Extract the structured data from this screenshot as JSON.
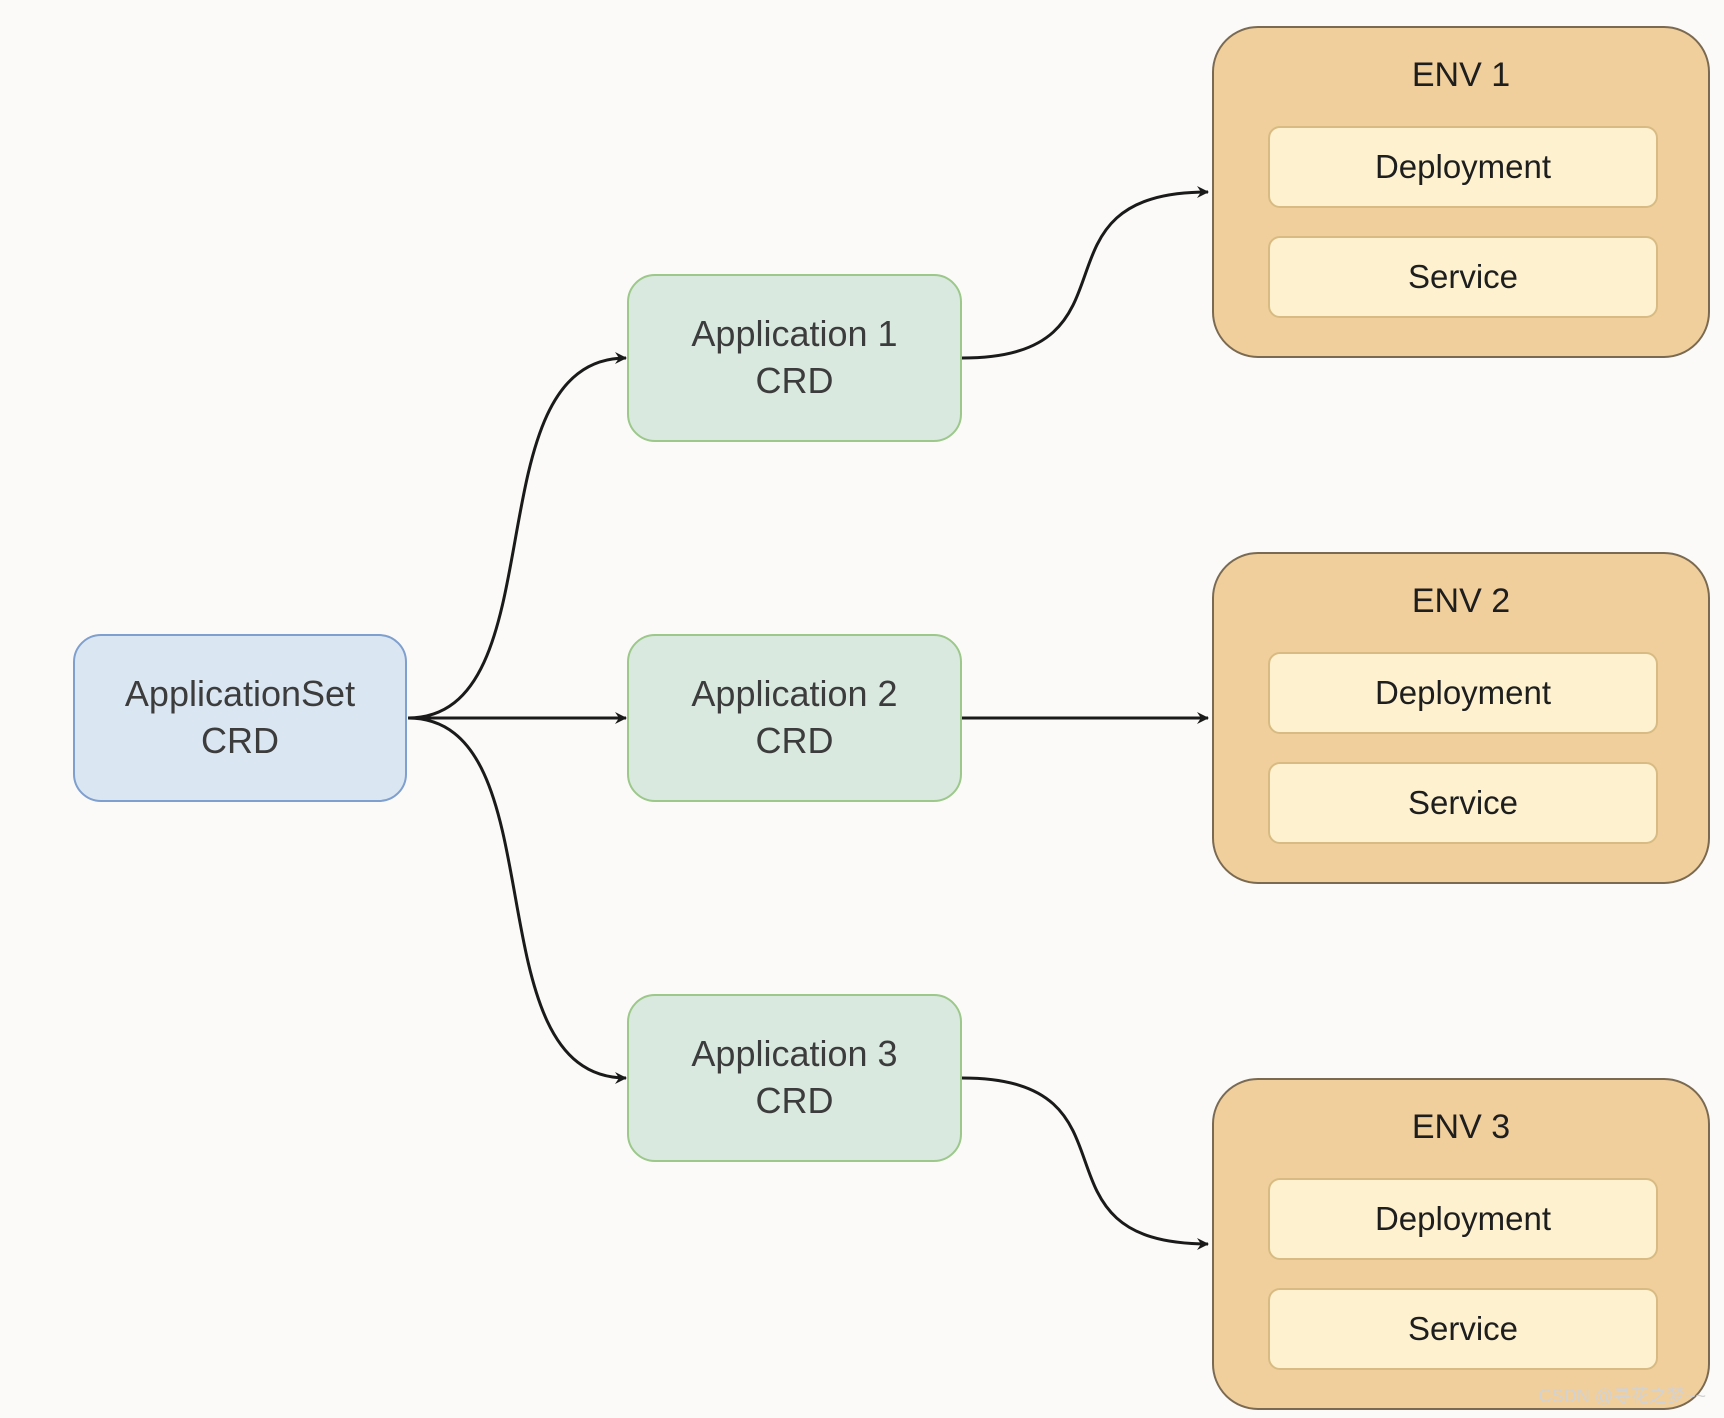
{
  "diagram": {
    "appset": {
      "line1": "ApplicationSet",
      "line2": "CRD"
    },
    "apps": [
      {
        "line1": "Application 1",
        "line2": "CRD"
      },
      {
        "line1": "Application 2",
        "line2": "CRD"
      },
      {
        "line1": "Application 3",
        "line2": "CRD"
      }
    ],
    "envs": [
      {
        "title": "ENV 1",
        "components": [
          "Deployment",
          "Service"
        ]
      },
      {
        "title": "ENV 2",
        "components": [
          "Deployment",
          "Service"
        ]
      },
      {
        "title": "ENV 3",
        "components": [
          "Deployment",
          "Service"
        ]
      }
    ]
  },
  "colors": {
    "appset_fill": "#dae6f2",
    "appset_border": "#7f9fce",
    "app_fill": "#d9e9df",
    "app_border": "#9cc88a",
    "env_fill": "#f0cf9c",
    "env_border": "#7a6a52",
    "component_fill": "#fdf1cf",
    "component_border": "#d8bb82",
    "edge": "#1a1a1a"
  },
  "watermark": "CSDN @寻花之梦~~"
}
